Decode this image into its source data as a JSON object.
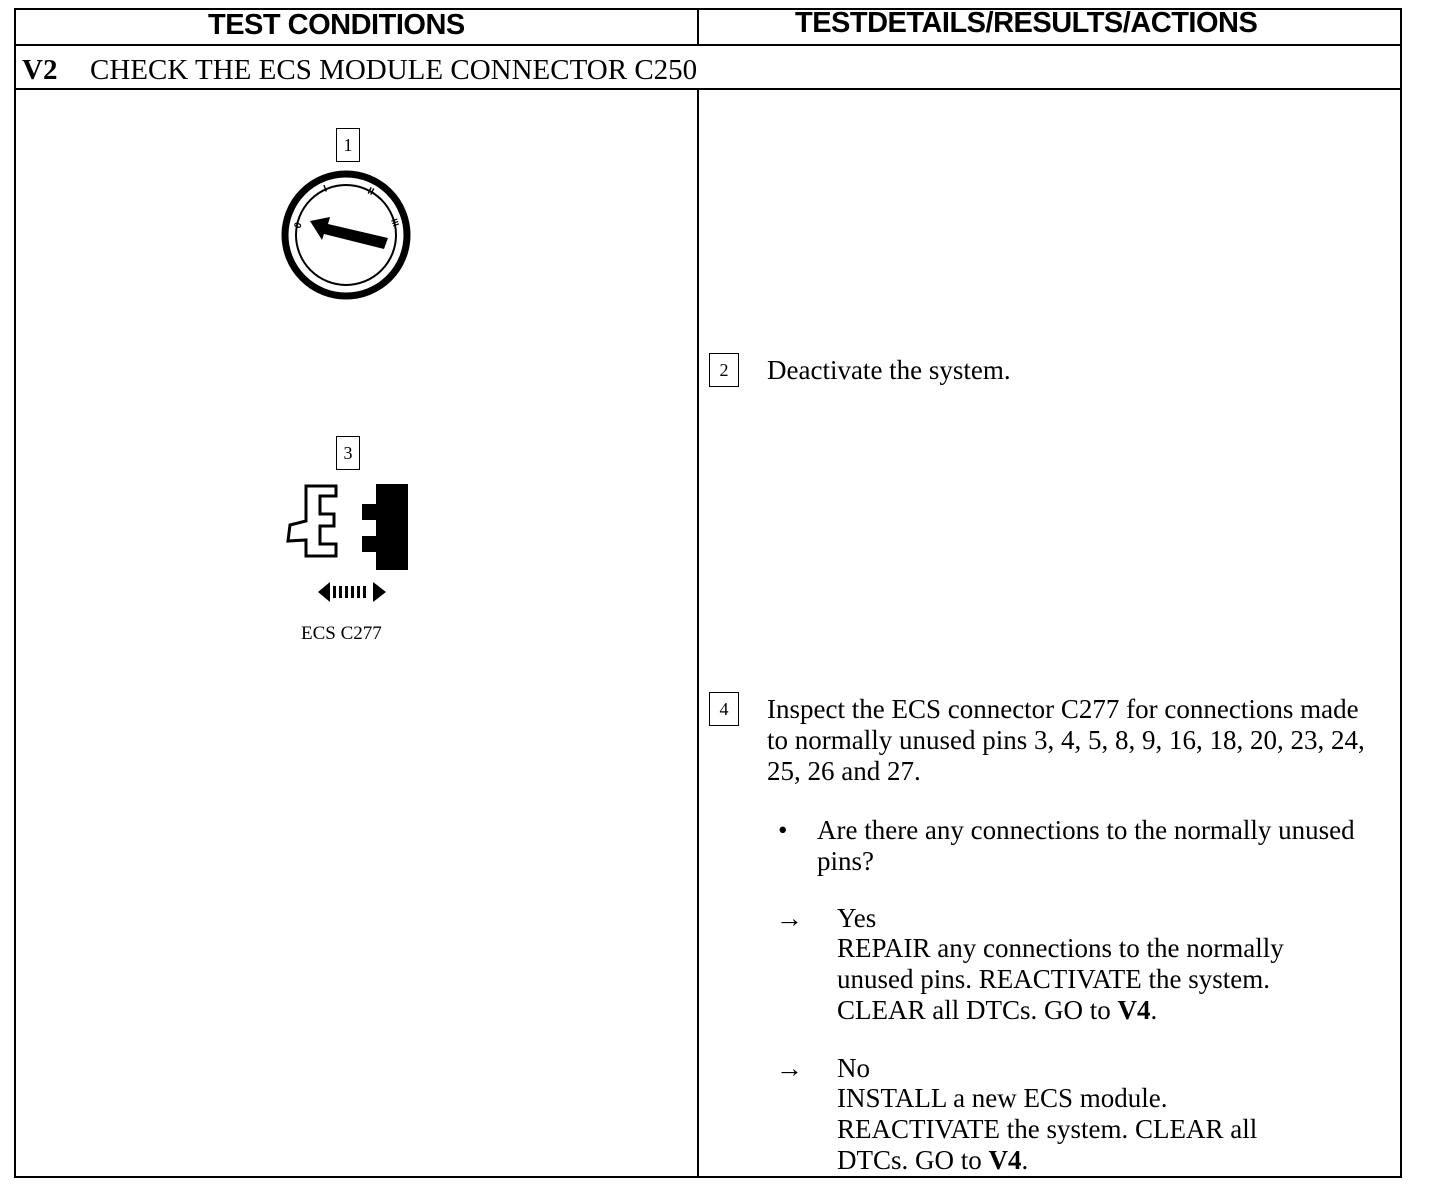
{
  "header": {
    "left": "TEST CONDITIONS",
    "right": "TESTDETAILS/RESULTS/ACTIONS"
  },
  "section": {
    "id": "V2",
    "title": "CHECK THE ECS MODULE CONNECTOR C250"
  },
  "figures": {
    "ignition": {
      "step": "1",
      "icon": "ignition-switch-icon",
      "positions": [
        "0",
        "I",
        "II",
        "III"
      ]
    },
    "connector": {
      "step": "3",
      "icon": "connector-disconnect-icon",
      "caption": "ECS C277"
    }
  },
  "steps": {
    "s2": {
      "num": "2",
      "text": "Deactivate the system."
    },
    "s4": {
      "num": "4",
      "text": "Inspect the ECS connector C277 for connections made to normally unused pins 3, 4, 5, 8, 9, 16, 18, 20, 23, 24, 25, 26 and 27.",
      "bullet": "•",
      "question": "Are there any connections to the normally unused pins?",
      "yes": {
        "arrow": "→",
        "label": "Yes",
        "action": "REPAIR any connections to the normally unused pins. REACTIVATE the system. CLEAR all DTCs. GO to",
        "goto": "V4",
        "end": "."
      },
      "no": {
        "arrow": "→",
        "label": "No",
        "action": "INSTALL a new ECS module. REACTIVATE the system. CLEAR all DTCs. GO to",
        "goto": "V4",
        "end": "."
      }
    }
  }
}
